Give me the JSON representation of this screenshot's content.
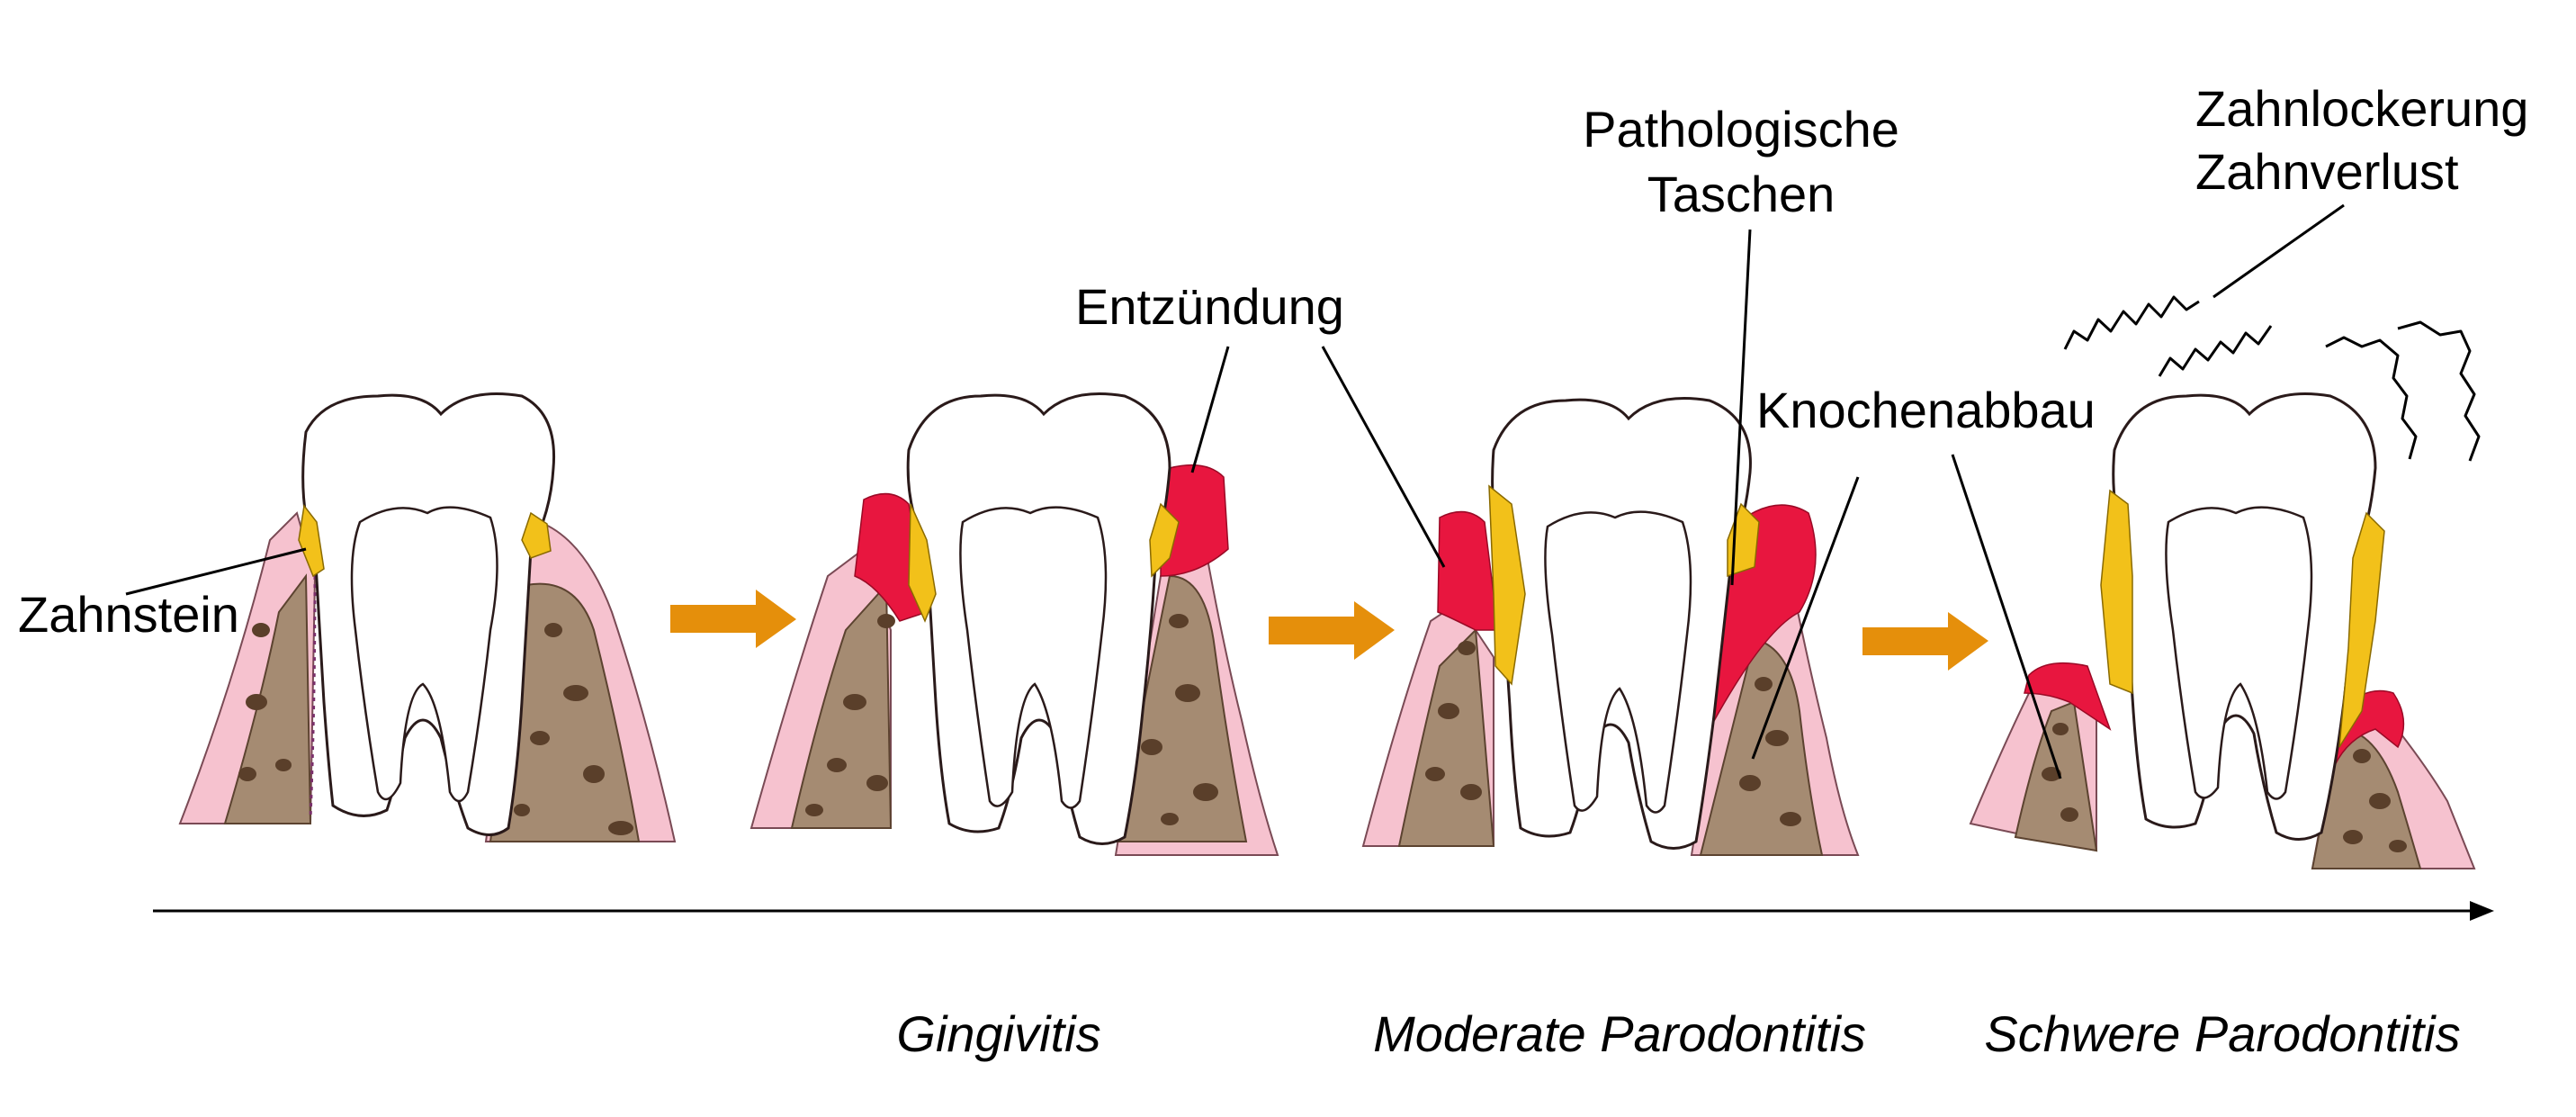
{
  "labels": {
    "zahnstein": "Zahnstein",
    "entzuendung": "Entzündung",
    "pathologische_line1": "Pathologische",
    "pathologische_line2": "Taschen",
    "knochenabbau": "Knochenabbau",
    "zahnlockerung_line1": "Zahnlockerung",
    "zahnlockerung_line2": "Zahnverlust"
  },
  "stages": {
    "gingivitis": "Gingivitis",
    "moderate": "Moderate Parodontitis",
    "schwere": "Schwere Parodontitis"
  },
  "colors": {
    "tartar": "#f2c11a",
    "inflammation": "#e8163f",
    "gum": "#f6c2cf",
    "bone": "#a58b72",
    "arrow": "#e58f0b"
  }
}
